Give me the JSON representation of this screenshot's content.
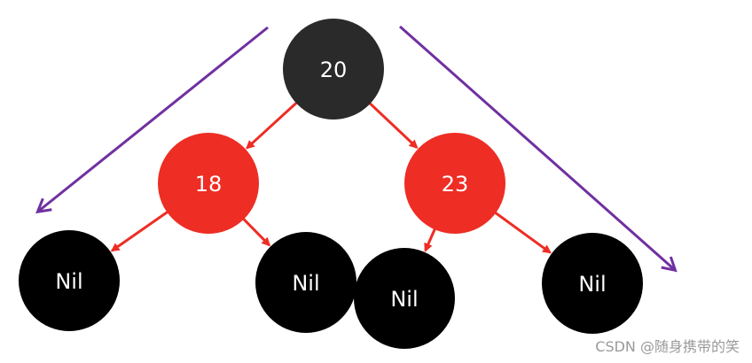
{
  "diagram": {
    "nodes": [
      {
        "id": "n20",
        "label": "20",
        "color": "#2a2a2a"
      },
      {
        "id": "n18",
        "label": "18",
        "color": "#ee2d24"
      },
      {
        "id": "n23",
        "label": "23",
        "color": "#ee2d24"
      },
      {
        "id": "nil1",
        "label": "Nil",
        "color": "#000000"
      },
      {
        "id": "nil2",
        "label": "Nil",
        "color": "#000000"
      },
      {
        "id": "nil3",
        "label": "Nil",
        "color": "#000000"
      },
      {
        "id": "nil4",
        "label": "Nil",
        "color": "#000000"
      }
    ],
    "edges": [
      {
        "from": "n20",
        "to": "n18",
        "color": "#ee2d24"
      },
      {
        "from": "n20",
        "to": "n23",
        "color": "#ee2d24"
      },
      {
        "from": "n18",
        "to": "nil1",
        "color": "#ee2d24"
      },
      {
        "from": "n18",
        "to": "nil2",
        "color": "#ee2d24"
      },
      {
        "from": "n23",
        "to": "nil3",
        "color": "#ee2d24"
      },
      {
        "from": "n23",
        "to": "nil4",
        "color": "#ee2d24"
      }
    ],
    "guide_arrow_color": "#7030a0"
  },
  "watermark": "CSDN @随身携带的笑"
}
